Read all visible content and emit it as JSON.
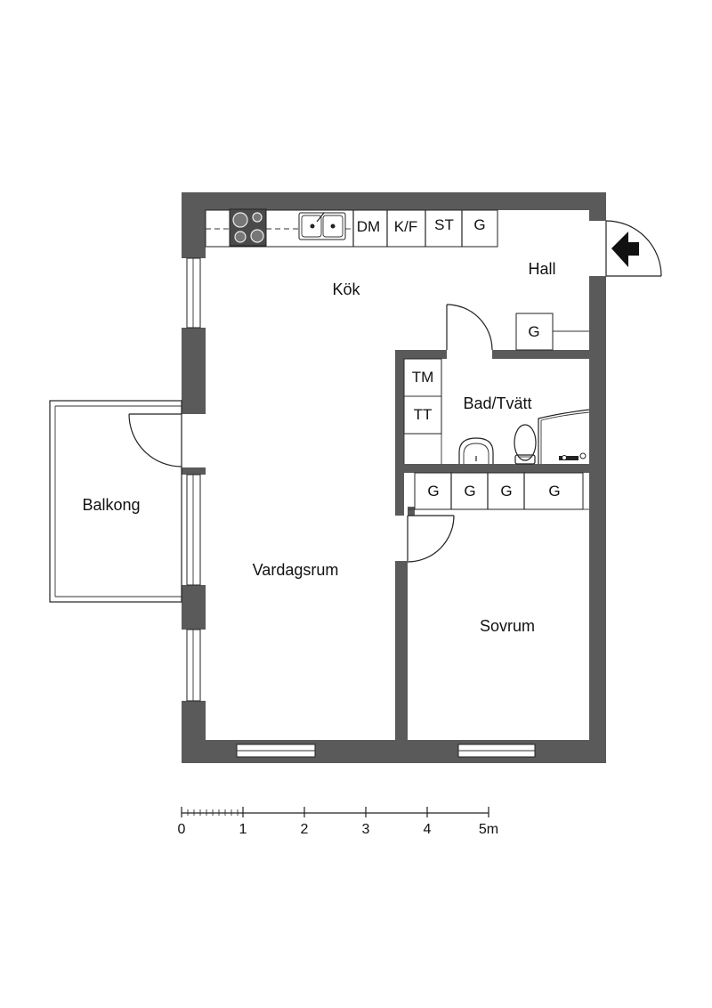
{
  "rooms": {
    "kok": "Kök",
    "hall": "Hall",
    "bad_tvatt": "Bad/Tvätt",
    "balkong": "Balkong",
    "vardagsrum": "Vardagsrum",
    "sovrum": "Sovrum"
  },
  "kitchen_units": {
    "dm": "DM",
    "kf": "K/F",
    "st": "ST",
    "g": "G"
  },
  "hall_closet": "G",
  "bath_units": {
    "tm": "TM",
    "tt": "TT"
  },
  "bedroom_closets": [
    "G",
    "G",
    "G",
    "G"
  ],
  "scale": {
    "labels": [
      "0",
      "1",
      "2",
      "3",
      "4",
      "5m"
    ]
  },
  "colors": {
    "wall": "#5a5a5a",
    "line": "#222222",
    "background": "#ffffff"
  },
  "icons": {
    "entrance": "entrance-arrow-icon",
    "stove": "stove-icon",
    "sink": "sink-icon",
    "washbasin": "washbasin-icon",
    "toilet": "toilet-icon",
    "shower": "shower-icon"
  }
}
